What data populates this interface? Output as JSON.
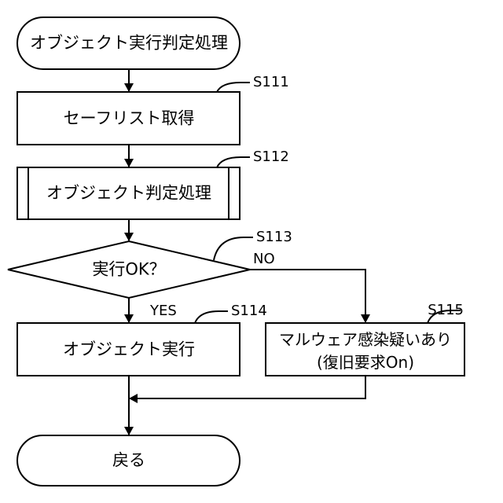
{
  "flowchart": {
    "start": {
      "text": "オブジェクト実行判定処理"
    },
    "steps": {
      "s111": {
        "id": "S111",
        "text": "セーフリスト取得"
      },
      "s112": {
        "id": "S112",
        "text": "オブジェクト判定処理"
      },
      "s113": {
        "id": "S113",
        "text": "実行OK？"
      },
      "s114": {
        "id": "S114",
        "text": "オブジェクト実行"
      },
      "s115": {
        "id": "S115",
        "line1": "マルウェア感染疑いあり",
        "line2": "(復旧要求On)"
      }
    },
    "branches": {
      "yes": "YES",
      "no": "NO"
    },
    "end": {
      "text": "戻る"
    }
  },
  "colors": {
    "stroke": "#000000",
    "fill": "#ffffff",
    "text": "#000000"
  }
}
